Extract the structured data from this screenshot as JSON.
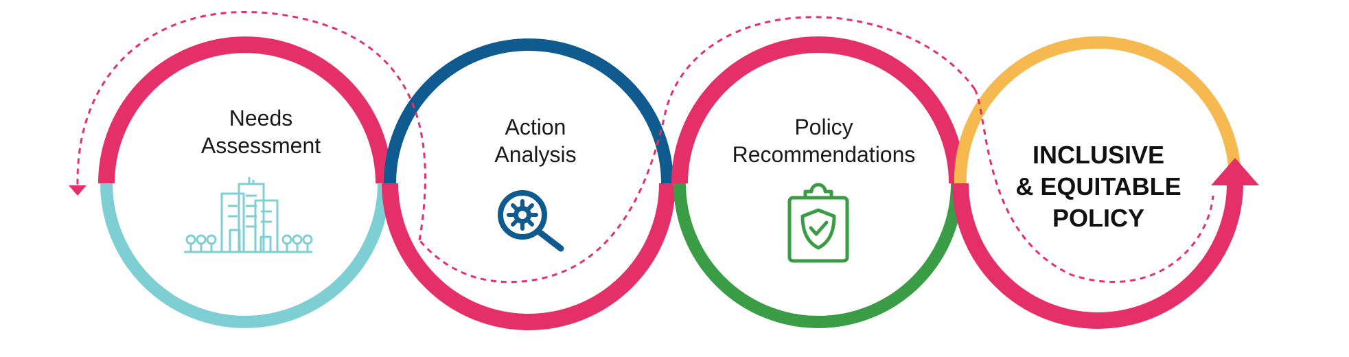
{
  "steps": [
    {
      "label": "Needs\nAssessment",
      "icon": "city-buildings-icon",
      "color": "#7ecfd4"
    },
    {
      "label": "Action\nAnalysis",
      "icon": "magnifier-gear-icon",
      "color": "#0f5a8f"
    },
    {
      "label": "Policy\nRecommendations",
      "icon": "clipboard-shield-check-icon",
      "color": "#3a9d45"
    },
    {
      "label": "INCLUSIVE\n& EQUITABLE\nPOLICY",
      "color": "#f5b94f"
    }
  ],
  "colors": {
    "accent": "#e42f69",
    "teal": "#7ecfd4",
    "blue": "#0f5a8f",
    "green": "#3a9d45",
    "yellow": "#f5b94f"
  }
}
